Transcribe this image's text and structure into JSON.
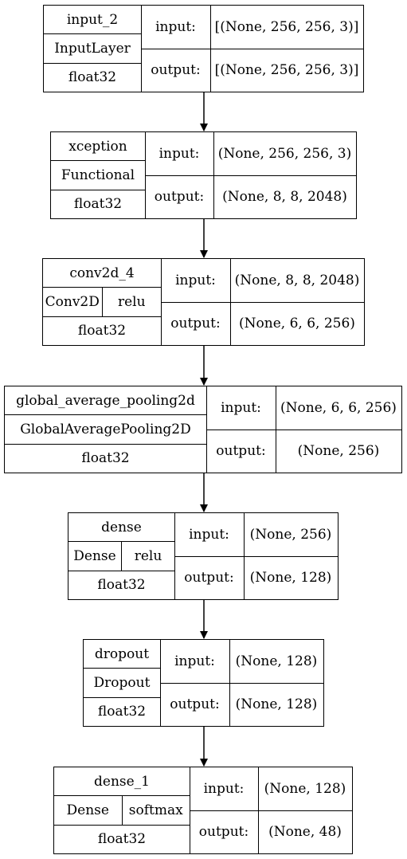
{
  "nodes": [
    {
      "name": "input_2",
      "class": "InputLayer",
      "activation": "",
      "dtype": "float32",
      "input_label": "input:",
      "output_label": "output:",
      "input_shape": "[(None, 256, 256, 3)]",
      "output_shape": "[(None, 256, 256, 3)]"
    },
    {
      "name": "xception",
      "class": "Functional",
      "activation": "",
      "dtype": "float32",
      "input_label": "input:",
      "output_label": "output:",
      "input_shape": "(None, 256, 256, 3)",
      "output_shape": "(None, 8, 8, 2048)"
    },
    {
      "name": "conv2d_4",
      "class": "Conv2D",
      "activation": "relu",
      "dtype": "float32",
      "input_label": "input:",
      "output_label": "output:",
      "input_shape": "(None, 8, 8, 2048)",
      "output_shape": "(None, 6, 6, 256)"
    },
    {
      "name": "global_average_pooling2d",
      "class": "GlobalAveragePooling2D",
      "activation": "",
      "dtype": "float32",
      "input_label": "input:",
      "output_label": "output:",
      "input_shape": "(None, 6, 6, 256)",
      "output_shape": "(None, 256)"
    },
    {
      "name": "dense",
      "class": "Dense",
      "activation": "relu",
      "dtype": "float32",
      "input_label": "input:",
      "output_label": "output:",
      "input_shape": "(None, 256)",
      "output_shape": "(None, 128)"
    },
    {
      "name": "dropout",
      "class": "Dropout",
      "activation": "",
      "dtype": "float32",
      "input_label": "input:",
      "output_label": "output:",
      "input_shape": "(None, 128)",
      "output_shape": "(None, 128)"
    },
    {
      "name": "dense_1",
      "class": "Dense",
      "activation": "softmax",
      "dtype": "float32",
      "input_label": "input:",
      "output_label": "output:",
      "input_shape": "(None, 128)",
      "output_shape": "(None, 48)"
    }
  ]
}
